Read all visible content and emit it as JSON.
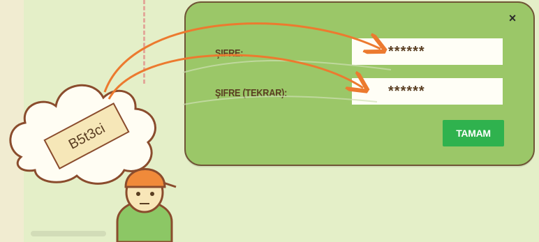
{
  "dialog": {
    "close_label": "×",
    "password_label": "ŞIFRE:",
    "password_value": "******",
    "password_repeat_label": "ŞIFRE (TEKRAR):",
    "password_repeat_value": "******",
    "ok_label": "TAMAM"
  },
  "note": {
    "text": "B5t3ci"
  },
  "colors": {
    "background": "#e4efc8",
    "dialog": "#9bc768",
    "dialog_border": "#6f5536",
    "ok_button": "#2fb24e",
    "arrow": "#ec7a2f",
    "helmet": "#f08a3a",
    "shirt": "#8cc765"
  },
  "icons": [
    "close-icon",
    "cloud-icon",
    "arrow-icon",
    "worker-icon"
  ]
}
